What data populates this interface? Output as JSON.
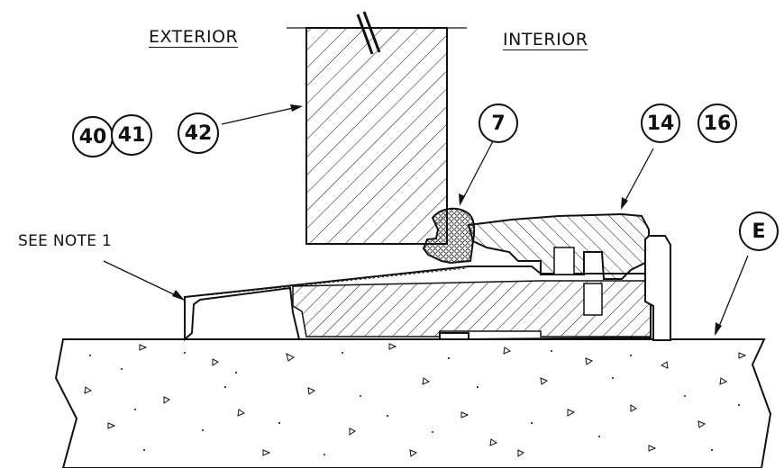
{
  "labels": {
    "exterior": "EXTERIOR",
    "interior": "INTERIOR",
    "note": "SEE NOTE 1"
  },
  "callouts": {
    "b40": "40",
    "b41": "41",
    "b42": "42",
    "b7": "7",
    "b14": "14",
    "b16": "16",
    "bE": "E"
  },
  "colors": {
    "line": "#111111",
    "background": "#ffffff"
  }
}
